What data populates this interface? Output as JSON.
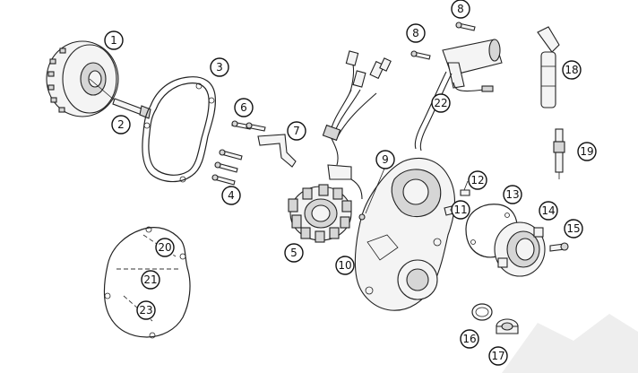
{
  "callouts": [
    {
      "id": "c1",
      "label": "1"
    },
    {
      "id": "c2",
      "label": "2"
    },
    {
      "id": "c3",
      "label": "3"
    },
    {
      "id": "c4",
      "label": "4"
    },
    {
      "id": "c5",
      "label": "5"
    },
    {
      "id": "c6",
      "label": "6"
    },
    {
      "id": "c7",
      "label": "7"
    },
    {
      "id": "c8a",
      "label": "8"
    },
    {
      "id": "c8b",
      "label": "8"
    },
    {
      "id": "c9",
      "label": "9"
    },
    {
      "id": "c10",
      "label": "10"
    },
    {
      "id": "c11",
      "label": "11"
    },
    {
      "id": "c12",
      "label": "12"
    },
    {
      "id": "c13",
      "label": "13"
    },
    {
      "id": "c14",
      "label": "14"
    },
    {
      "id": "c15",
      "label": "15"
    },
    {
      "id": "c16",
      "label": "16"
    },
    {
      "id": "c17",
      "label": "17"
    },
    {
      "id": "c18",
      "label": "18"
    },
    {
      "id": "c19",
      "label": "19"
    },
    {
      "id": "c20",
      "label": "20"
    },
    {
      "id": "c21",
      "label": "21"
    },
    {
      "id": "c22",
      "label": "22"
    },
    {
      "id": "c23",
      "label": "23"
    }
  ]
}
